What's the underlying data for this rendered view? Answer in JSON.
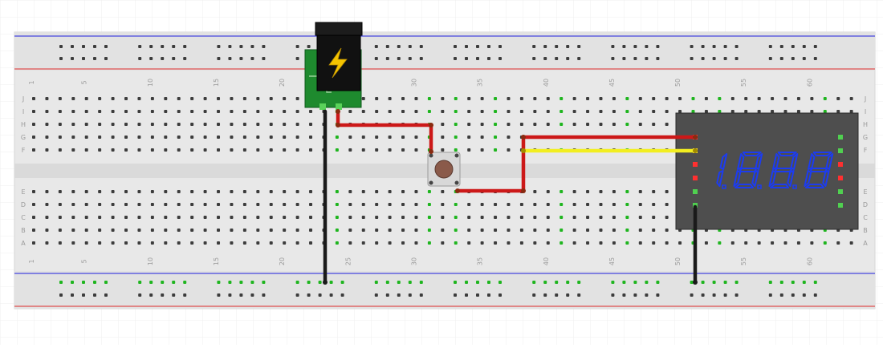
{
  "title": "",
  "colors": {
    "background": "#ffffff",
    "grid": "#eeeeee",
    "board": "#e8e8e8",
    "board_edge": "#cfcfcf",
    "hole": "#3c3c3c",
    "hole_active": "#1fb51f",
    "rail_positive": "#e05050",
    "rail_negative": "#4646e0",
    "wire_red": "#cc1818",
    "wire_yellow": "#f2ee20",
    "wire_black": "#1a1a1a",
    "jack_pcb": "#1e8a2e",
    "display_body": "#4e4e4e",
    "display_segment": "#1c3cf0",
    "button_cap": "#8a5a4a"
  },
  "breadboard": {
    "top_row_letters": [
      "J",
      "I",
      "H",
      "G",
      "F"
    ],
    "bottom_row_letters": [
      "E",
      "D",
      "C",
      "B",
      "A"
    ],
    "column_numbers": [
      "1",
      "5",
      "10",
      "15",
      "20",
      "25",
      "30",
      "35",
      "40",
      "45",
      "50",
      "55",
      "60"
    ]
  },
  "components": {
    "power_jack": {
      "icon": "lightning-bolt-icon"
    },
    "push_button": {
      "icon": "push-button-icon"
    },
    "display": {
      "digits": "1.8.8.8"
    }
  }
}
